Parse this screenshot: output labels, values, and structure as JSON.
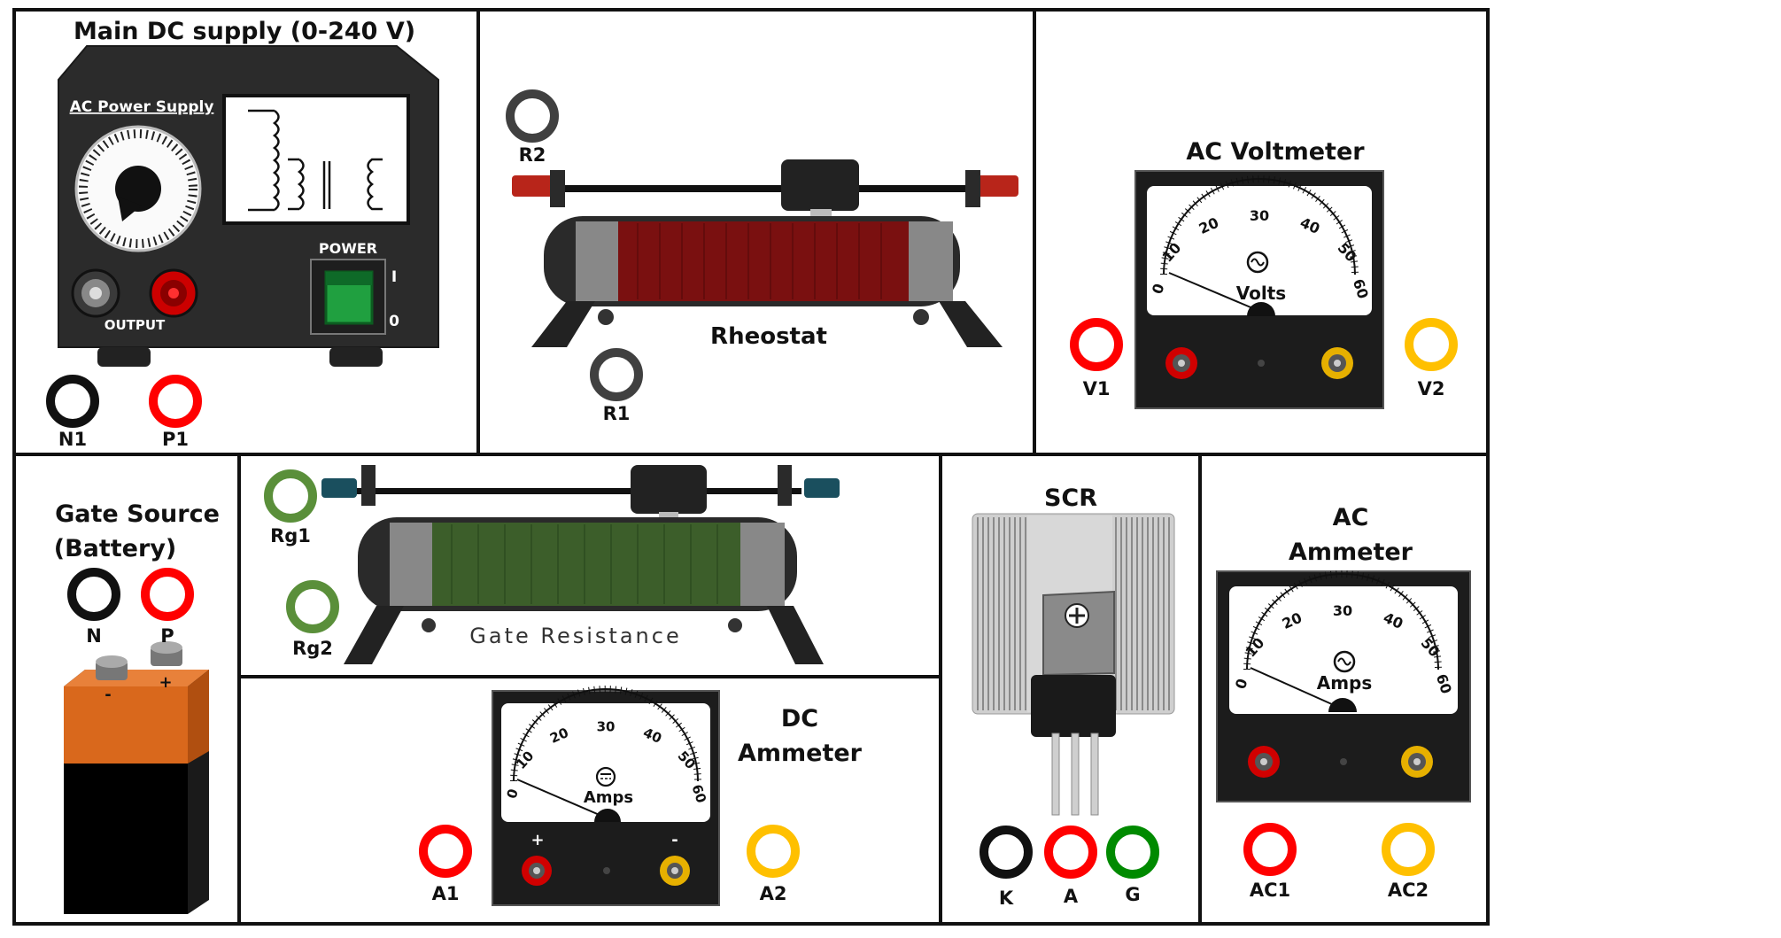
{
  "titles": {
    "main_supply": "Main DC supply (0-240 V)",
    "rheostat": "Rheostat",
    "ac_voltmeter": "AC Voltmeter",
    "gate_source_1": "Gate Source",
    "gate_source_2": "(Battery)",
    "gate_resistance": "Gate Resistance",
    "dc_ammeter_1": "DC",
    "dc_ammeter_2": "Ammeter",
    "scr": "SCR",
    "ac_ammeter_1": "AC",
    "ac_ammeter_2": "Ammeter"
  },
  "supply": {
    "brand": "AC Power Supply",
    "power": "POWER",
    "on": "I",
    "off": "0",
    "output": "OUTPUT"
  },
  "meters": {
    "scale": [
      "0",
      "10",
      "20",
      "30",
      "40",
      "50",
      "60"
    ],
    "volts": "Volts",
    "amps": "Amps",
    "plus": "+",
    "minus": "-"
  },
  "battery": {
    "plus": "+",
    "minus": "-"
  },
  "terminals": {
    "N1": "N1",
    "P1": "P1",
    "R1": "R1",
    "R2": "R2",
    "V1": "V1",
    "V2": "V2",
    "N": "N",
    "P": "P",
    "Rg1": "Rg1",
    "Rg2": "Rg2",
    "A1": "A1",
    "A2": "A2",
    "K": "K",
    "A": "A",
    "G": "G",
    "AC1": "AC1",
    "AC2": "AC2"
  },
  "colors": {
    "black": "#111111",
    "red": "#ff0000",
    "yellow": "#ffc000",
    "green_dark": "#008a00",
    "green_light": "#5a8f3a",
    "gray": "#404040",
    "coil_red": "#7a1010",
    "coil_green": "#3c5e2a",
    "battery_orange": "#d9681c"
  }
}
